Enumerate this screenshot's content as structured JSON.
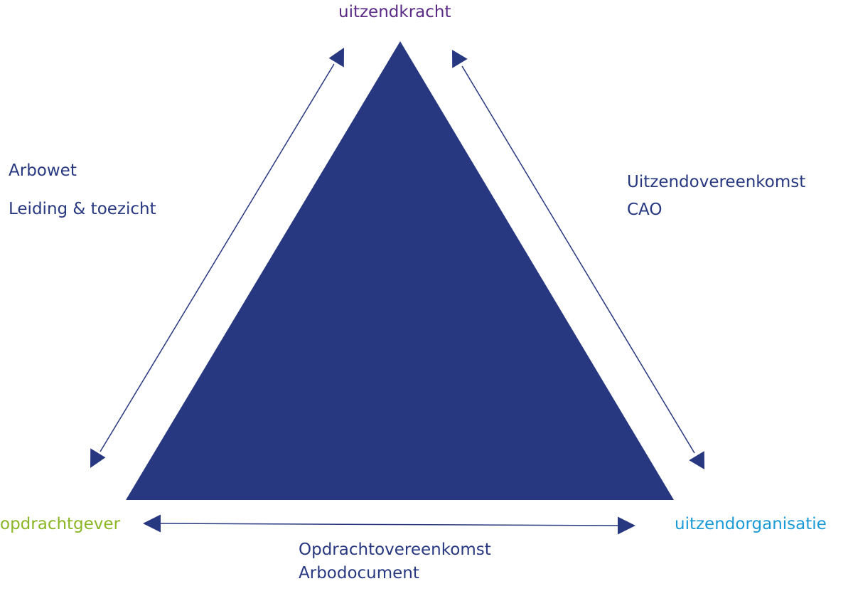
{
  "colors": {
    "triangle": "#273880",
    "arrow": "#273880",
    "relation_text": "#273880",
    "uitzendkracht": "#5a2a86",
    "opdrachtgever": "#8ab625",
    "uitzendorganisatie": "#1a9ad6"
  },
  "parties": {
    "top": "uitzendkracht",
    "left": "opdrachtgever",
    "right": "uitzendorganisatie"
  },
  "relations": {
    "left": [
      "Arbowet",
      "Leiding & toezicht"
    ],
    "right": [
      "Uitzendovereenkomst",
      "CAO"
    ],
    "bottom": [
      "Opdrachtovereenkomst",
      "Arbodocument"
    ]
  }
}
